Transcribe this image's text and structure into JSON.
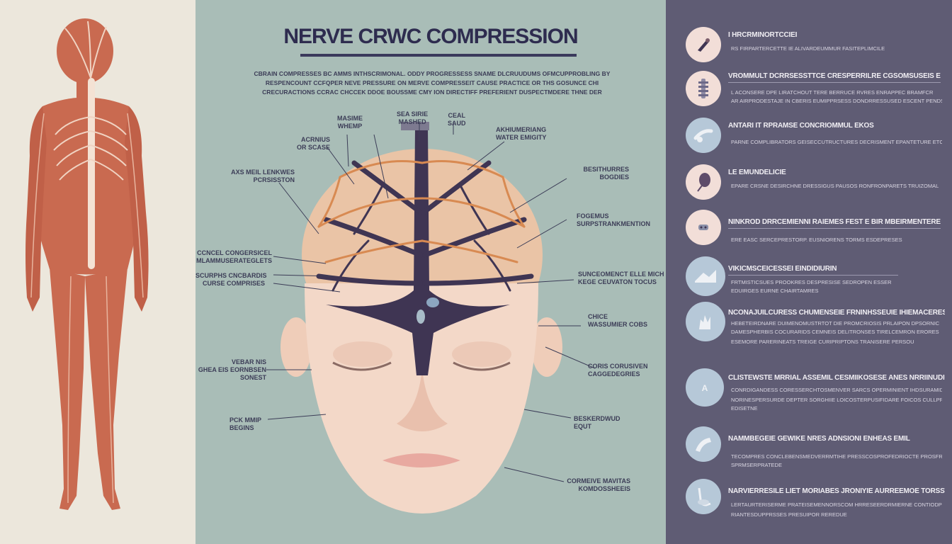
{
  "title": "NERVE CRWC COMPRESSION",
  "intro": [
    "CBRAIN COMPRESSES BC AMMS INTHSCRIMONAL. ODDY PROGRESSESS SNAME DLCRUUDUMS OFMCUPPROBLING BY",
    "RESPENCOUNT CCFQPER NEVE PRESSURE ON MERVE COMPRESSEIT CAUSE PRACTICE OR THS GOSUNCE CHI",
    "CRECURACTIONS CCRAC CHCCEK DDOE BOUSSME CMY ION DIRECTIFF PREFERIENT DUSPECTMDERE THNE DER"
  ],
  "callouts": {
    "c1": [
      "MASIME",
      "WHEMP"
    ],
    "c2": [
      "SEA SIRIE",
      "MASHED"
    ],
    "c3": [
      "CEAL",
      "SAUD"
    ],
    "c4": [
      "ACRNIUS",
      "OR SCASE"
    ],
    "c5": [
      "AKHIUMERIANG",
      "WATER EMIGITY"
    ],
    "c6": [
      "AXS MEIL LENKWES",
      "PCRSISSTON"
    ],
    "c7": [
      "BESITHURRES",
      "BOGDIES"
    ],
    "c8": [
      "FOGEMUS",
      "SURPSTRANKMENTION"
    ],
    "c9": [
      "CCNCEL CONGERSICEL",
      "MLAMMUSERATEGLETS"
    ],
    "c10": [
      "SCURPHS CNCBARDIS",
      "CURSE COMPRISES"
    ],
    "c11": [
      "SUNCEOMENCT ELLE MICH",
      "KEGE CEUVATON TOCUS"
    ],
    "c12": [
      "CHICE",
      "WASSUMIER COBS"
    ],
    "c13": [
      "VEBAR NIS",
      "GHEA EIS EORNBSEN",
      "SONEST"
    ],
    "c14": [
      "CORIS CORUSIVEN",
      "CAGGEDEGRIES"
    ],
    "c15": [
      "PCK MMIP",
      "BEGINS"
    ],
    "c16": [
      "BESKERDWUD",
      "EQUT"
    ],
    "c17": [
      "CORMEIVE MAVITAS",
      "KOMDOSSHEEIS"
    ]
  },
  "sidebar": [
    {
      "icon": "nerve-cell-icon",
      "title": "I HRCRMINORTCCIEI",
      "lines": [
        "RS FIRPARTERCETTE IE ALIVARDEUMMUR FASITEPLIMCILE"
      ],
      "icon_color": "#f2ded8"
    },
    {
      "icon": "spine-icon",
      "title": "VROMMULT DCRRSESSTTCE CRESPERRILRE CGSOMSUSEIS E",
      "lines": [
        "L ACONSERE DPE LIRATCHOUT TERE BERRUCE RVRES ENRAPPEC BRAMFCR",
        "AR AIRPRODESTAJE IN CBERIS EUMIPPRSESS DONDRRESSUSED ESCENT PENDS"
      ],
      "icon_color": "#f2ded8"
    },
    {
      "icon": "bone-joint-icon",
      "title": "ANTARI IT RPRAMSE CONCRIOMMUL EKOS",
      "lines": [
        "PARNE COMPLIBRATORS GEISECCUTRUCTURES DECRISMENT EPANTETURE ETC"
      ],
      "icon_color": "#b6c8d8"
    },
    {
      "icon": "brain-icon",
      "title": "LE EMUNDELICIE",
      "lines": [
        "EPARE CRSNE DESIRCHNE DRESSIGUS PAUSOS RONFRONPARETS TRUIZOMAL"
      ],
      "icon_color": "#f2ded8"
    },
    {
      "icon": "face-icon",
      "title": "NINKROD DRRCEMIENNI RAIEMES FEST E BIR MBEIRMENTERE",
      "lines": [
        "ERE EASC SERCEPRESTORP. EUSNIORENS TORMS ESDEPRESES"
      ],
      "icon_color": "#f2ded8"
    },
    {
      "icon": "compression-icon",
      "title": "VIKICMSCEICESSEI EINDIDIURIN",
      "lines": [
        "FRTMISTICSUES PROOKRES DESPRESISE SEDROPEN ESSER",
        "EDUIRGES EURNE CHAIRTAMRES"
      ],
      "icon_color": "#b6c8d8"
    },
    {
      "icon": "hand-icon",
      "title": "NCONAJUILCURESS CHUMENSEIE FRNINHSSEUIE IHIEMACERES",
      "lines": [
        "HEBETEIRDNARE DUIMENOMUSTRTOT DIE PROMCRIOSIS PRLAIPON DPSORNIC",
        "DAMESPHERBIS COCURARIDS CEMNEIS DELITRONSES TIRELCEMRON ERORES",
        "ESEMORE PARERINEATS TREIGE CURIPRIPTONS TRANISERE PERSOU"
      ],
      "icon_color": "#b6c8d8"
    },
    {
      "icon": "diagnosis-icon",
      "title": "CLISTEWSTE MRRIAL ASSEMIL CESMIIKOSESE ANES NRRIINUDIGHANGIS",
      "lines": [
        "CONRDIGANDESS CORESSERCHTOSMENVER SARCS OPERMINIENT IHDSURAMIDIOPS",
        "NORINESPERSURDE DEPTER SORGHIIE LOICOSTERPUSIFIDARE FOICOS CULLPRE",
        "EDISETNE"
      ],
      "icon_color": "#b6c8d8"
    },
    {
      "icon": "therapy-icon",
      "title": "NAMMBEGEIE GEWIKE NRES ADNSIONI ENHEAS EMIL",
      "lines": [
        "TECOMPRES CONCLEBENSMEDVERRMTIHE PRESSCOSPROFEDRIOCTE PROSFRONT",
        "SPRMSERPRATEDE"
      ],
      "icon_color": "#b6c8d8"
    },
    {
      "icon": "injection-icon",
      "title": "NARVIERRESILE LIET MORIABES JRONIYIE AURREEMOE TORSSTEAUTION",
      "lines": [
        "LERTAURTERISERME PRATEISEMENNORSCOM HRRESEERDRMIERNE CONTIODPROMR",
        "RIANTESDUPPRSSES PRESUIPOR REREDUE"
      ],
      "icon_color": "#b6c8d8"
    }
  ],
  "colors": {
    "left_bg": "#ece7dc",
    "mid_bg": "#a9bdb7",
    "right_bg": "#5f5c74",
    "body_muscle": "#c76a52",
    "nerve_dark": "#3f3553",
    "nerve_orange": "#d88a52",
    "skin": "#f3d8c8"
  }
}
